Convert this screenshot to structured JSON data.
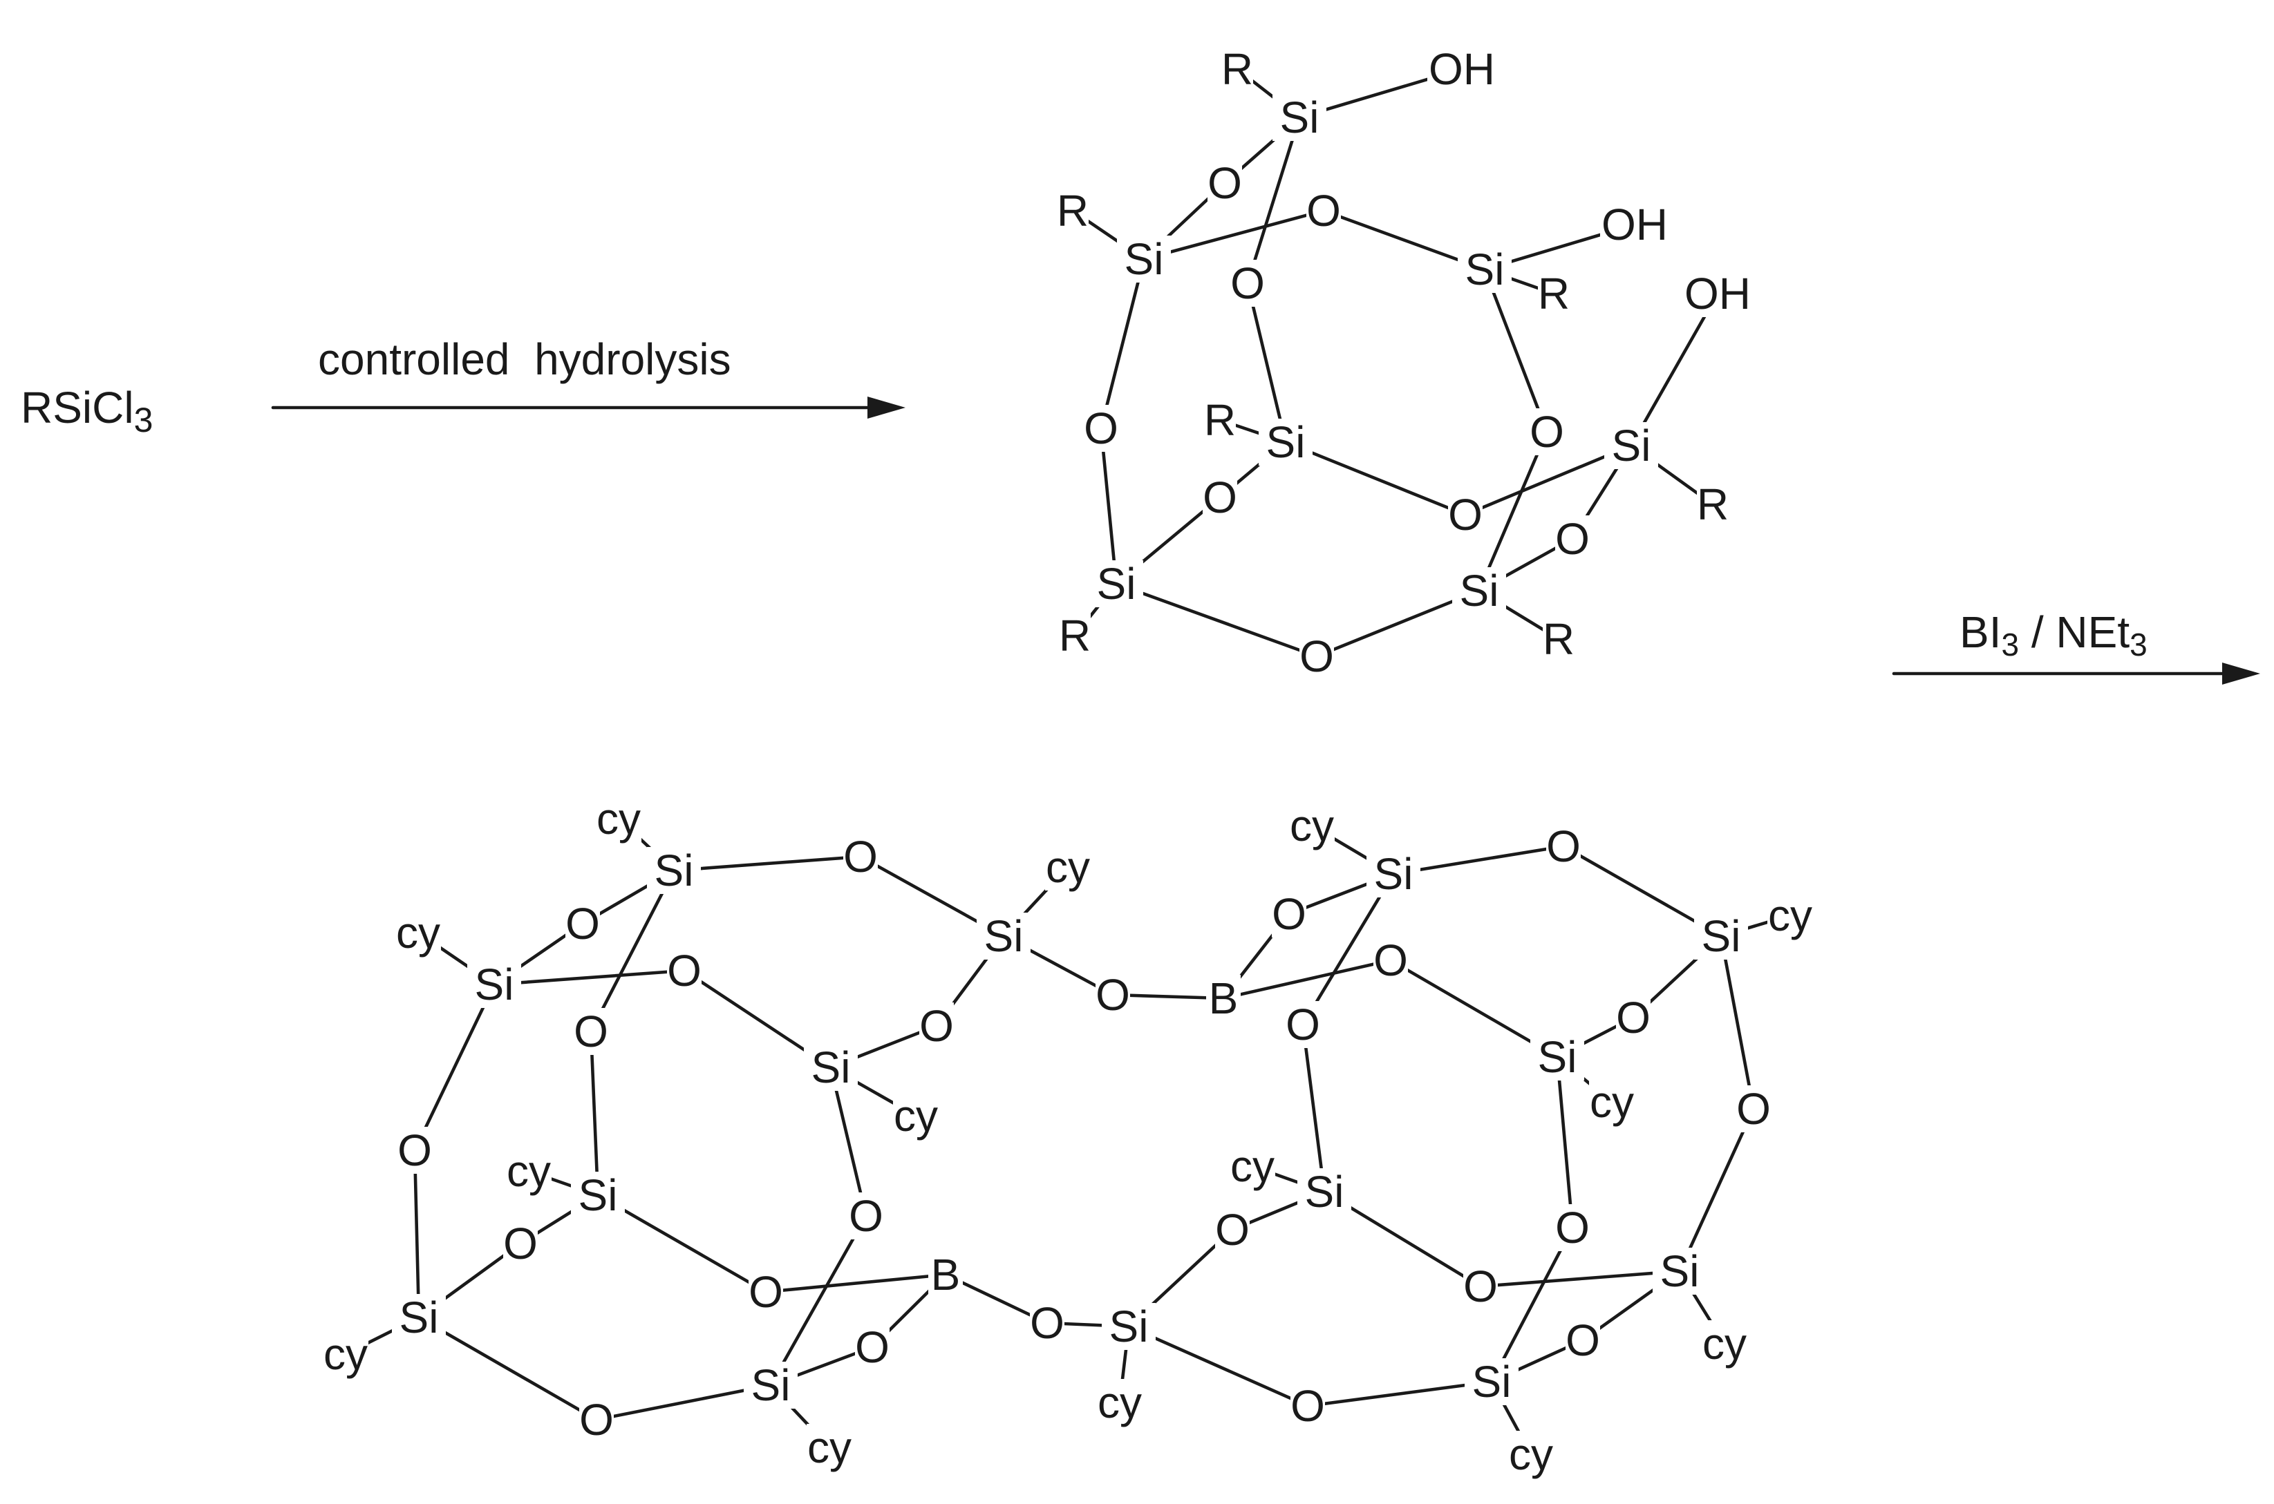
{
  "reactant": {
    "label": "RSiCl",
    "subscript": "3"
  },
  "arrow1": {
    "label": "controlled  hydrolysis"
  },
  "arrow2": {
    "label_parts": [
      "BI",
      "3",
      " / NEt",
      "3"
    ]
  },
  "atom_symbols": {
    "si": "Si",
    "o": "O",
    "b": "B",
    "oh": "OH",
    "r": "R",
    "cy": "cy"
  },
  "silanetriol": {
    "silicon_count": 7,
    "oxygen_count": 9,
    "hydroxyl_count": 3,
    "substituent": "R"
  },
  "borosilicate": {
    "silicon_count": 14,
    "boron_count": 2,
    "substituent": "cy"
  }
}
